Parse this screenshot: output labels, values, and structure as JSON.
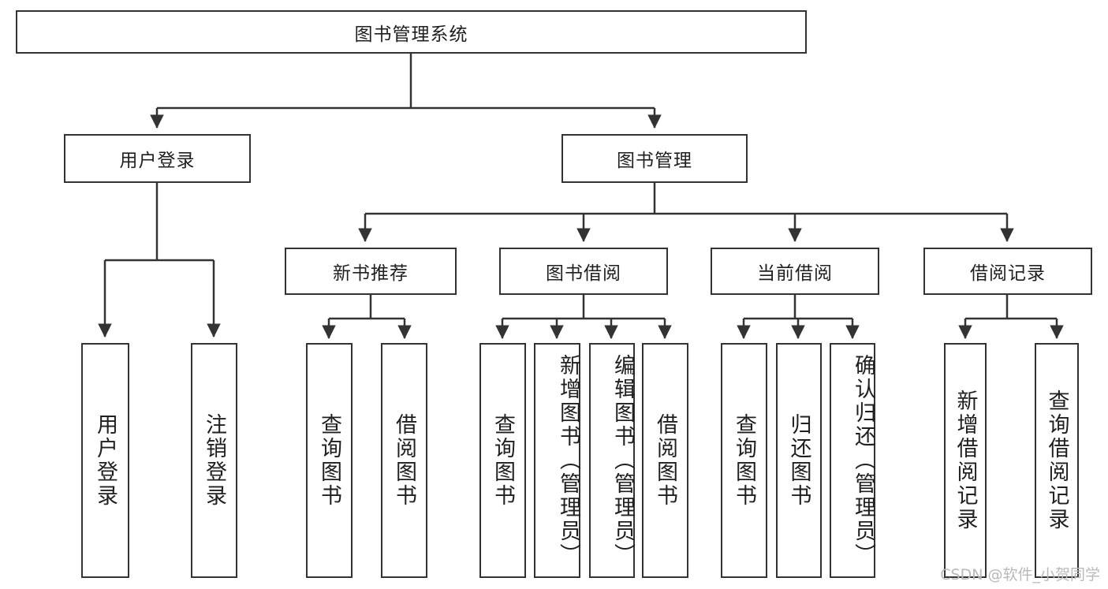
{
  "diagram": {
    "type": "tree",
    "title": "图书管理系统",
    "watermark": "CSDN @软件_小贺同学",
    "colors": {
      "stroke": "#333333",
      "fill": "#ffffff",
      "text": "#1f1f1f",
      "watermark": "#b9b9b9"
    },
    "levels": {
      "root": {
        "label": "图书管理系统"
      },
      "level2": [
        {
          "label": "用户登录"
        },
        {
          "label": "图书管理"
        }
      ],
      "level3": [
        {
          "label": "新书推荐"
        },
        {
          "label": "图书借阅"
        },
        {
          "label": "当前借阅"
        },
        {
          "label": "借阅记录"
        }
      ],
      "leaves": [
        {
          "label": "用户登录",
          "parent": "用户登录"
        },
        {
          "label": "注销登录",
          "parent": "用户登录"
        },
        {
          "label": "查询图书",
          "parent": "新书推荐"
        },
        {
          "label": "借阅图书",
          "parent": "新书推荐"
        },
        {
          "label": "查询图书",
          "parent": "图书借阅"
        },
        {
          "label": "新增图书（管理员）",
          "parent": "图书借阅"
        },
        {
          "label": "编辑图书（管理员）",
          "parent": "图书借阅"
        },
        {
          "label": "借阅图书",
          "parent": "图书借阅"
        },
        {
          "label": "查询图书",
          "parent": "当前借阅"
        },
        {
          "label": "归还图书",
          "parent": "当前借阅"
        },
        {
          "label": "确认归还（管理员）",
          "parent": "当前借阅"
        },
        {
          "label": "新增借阅记录",
          "parent": "借阅记录"
        },
        {
          "label": "查询借阅记录",
          "parent": "借阅记录"
        }
      ]
    }
  }
}
